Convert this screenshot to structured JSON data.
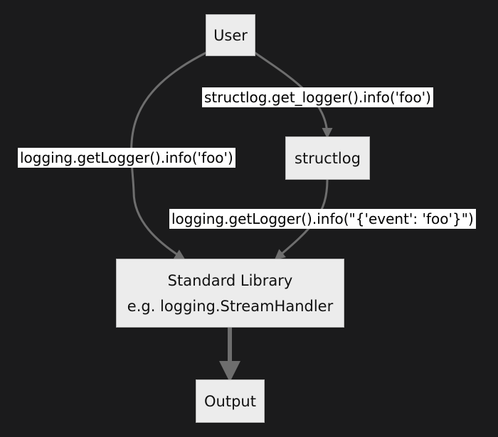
{
  "diagram": {
    "colors": {
      "background": "#1b1b1c",
      "edge": "#6e6e6e",
      "node_fill": "#ececec",
      "label_bg": "#ffffff"
    },
    "nodes": {
      "user": {
        "label": "User"
      },
      "structlog": {
        "label": "structlog"
      },
      "stdlib": {
        "line1": "Standard Library",
        "line2": "e.g. logging.StreamHandler"
      },
      "output": {
        "label": "Output"
      }
    },
    "edges": {
      "user_to_structlog": {
        "label": "structlog.get_logger().info('foo')"
      },
      "user_to_stdlib": {
        "label": "logging.getLogger().info('foo')"
      },
      "structlog_to_stdlib": {
        "label": "logging.getLogger().info(\"{'event': 'foo'}\")"
      },
      "stdlib_to_output": {
        "label": ""
      }
    }
  }
}
